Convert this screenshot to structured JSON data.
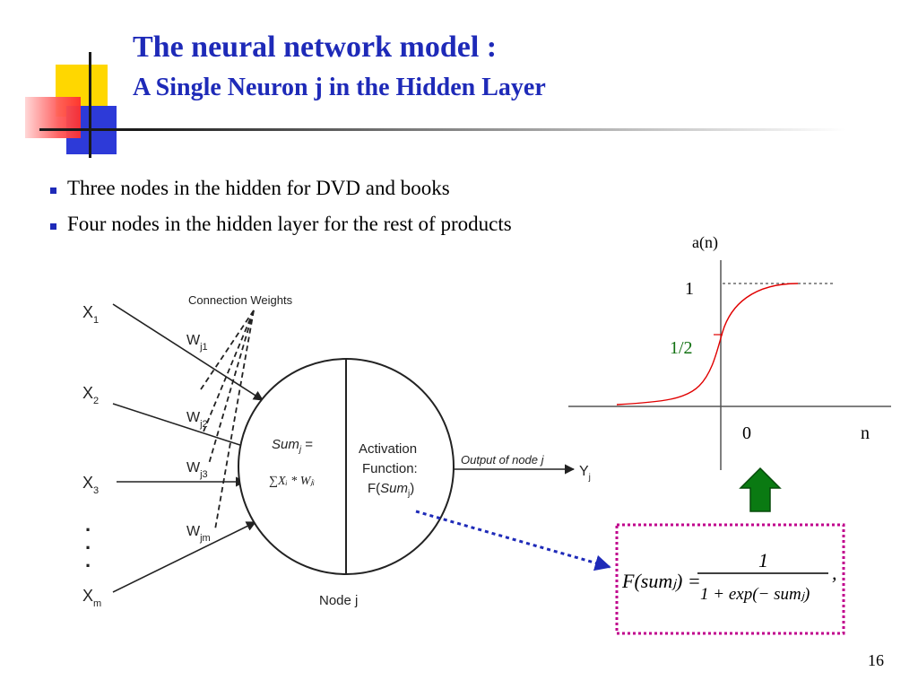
{
  "slide": {
    "title": "The neural network model :",
    "subtitle": "A Single Neuron j in the Hidden Layer",
    "page_number": "16"
  },
  "bullets": [
    "Three nodes in the hidden for DVD and books",
    "Four nodes in the hidden layer for the rest of products"
  ],
  "neuron": {
    "connection_weights_label": "Connection Weights",
    "inputs": [
      {
        "base": "X",
        "sub": "1"
      },
      {
        "base": "X",
        "sub": "2"
      },
      {
        "base": "X",
        "sub": "3"
      },
      {
        "base": "X",
        "sub": "m"
      }
    ],
    "weights": [
      {
        "base": "W",
        "sub": "j1"
      },
      {
        "base": "W",
        "sub": "j2"
      },
      {
        "base": "W",
        "sub": "j3"
      },
      {
        "base": "W",
        "sub": "jm"
      }
    ],
    "dots": ".",
    "sum_label": "Sum",
    "sum_sub": "j",
    "sum_eq": " =",
    "sum_formula": "∑Xᵢ * Wⱼᵢ",
    "activation_line1": "Activation",
    "activation_line2": "Function:",
    "activation_line3_prefix": "F(",
    "activation_line3_var": "Sum",
    "activation_line3_sub": "j",
    "activation_line3_suffix": ")",
    "output_label": "Output of node j",
    "output_symbol": "Y",
    "output_sub": "j",
    "node_label": "Node j"
  },
  "activation_graph": {
    "y_label": "a(n)",
    "x_label": "n",
    "tick_one": "1",
    "tick_half": "1/2",
    "tick_zero": "0",
    "curve_color": "#e00000",
    "half_color": "#107010"
  },
  "formula": {
    "lhs": "F(sumⱼ) =",
    "numerator": "1",
    "denominator": "1 + exp(− sumⱼ)",
    "trailing": ","
  },
  "colors": {
    "title": "#1e2ab8",
    "arrow_up": "#0a7a12",
    "dotted_arrow": "#1e2ab8",
    "formula_border": "#c0008c"
  }
}
